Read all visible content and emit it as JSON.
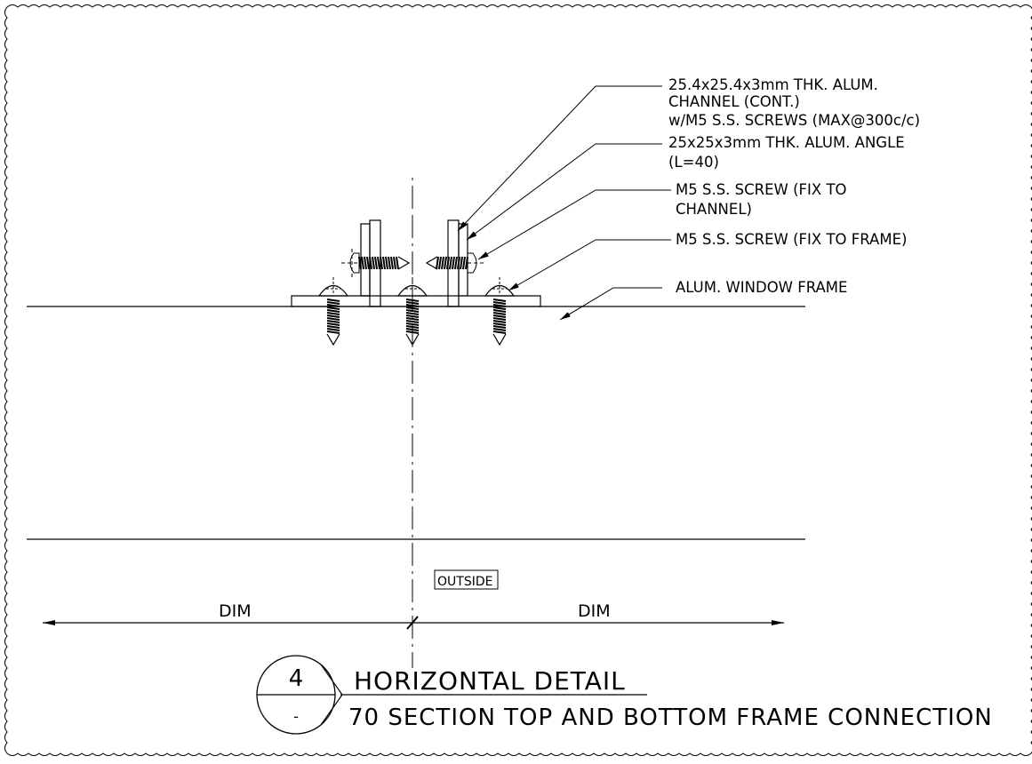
{
  "notes": {
    "channel_line1": "25.4x25.4x3mm THK. ALUM.",
    "channel_line2": "CHANNEL (CONT.)",
    "channel_line3": "w/M5 S.S. SCREWS (MAX@300c/c)",
    "angle_line1": "25x25x3mm THK. ALUM. ANGLE",
    "angle_line2": "(L=40)",
    "screw_channel_line1": "M5 S.S. SCREW (FIX TO",
    "screw_channel_line2": "CHANNEL)",
    "screw_frame": "M5 S.S. SCREW (FIX TO FRAME)",
    "window_frame": "ALUM. WINDOW FRAME"
  },
  "outside_label": "OUTSIDE",
  "dimensions": {
    "left": "DIM",
    "right": "DIM"
  },
  "title_block": {
    "detail_number": "4",
    "sheet_ref": "-",
    "title": "HORIZONTAL DETAIL",
    "subtitle": "70 SECTION TOP AND BOTTOM FRAME CONNECTION"
  }
}
